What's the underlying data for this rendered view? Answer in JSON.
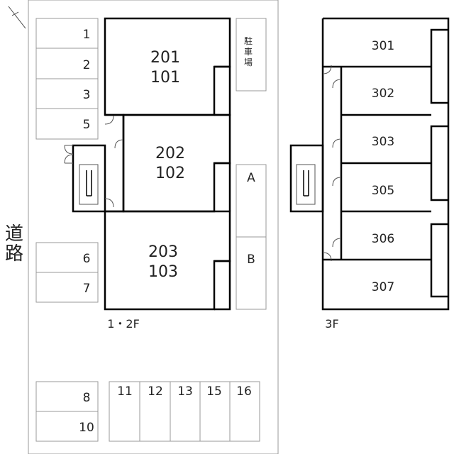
{
  "road_label": "道路",
  "parking_area_label": "駐車場",
  "parking_spaces": [
    "1",
    "2",
    "3",
    "5",
    "6",
    "7",
    "8",
    "10",
    "11",
    "12",
    "13",
    "15",
    "16"
  ],
  "bike_areas": [
    "A",
    "B"
  ],
  "floor_12": {
    "label": "1・2F",
    "units": [
      {
        "upper": "201",
        "lower": "101"
      },
      {
        "upper": "202",
        "lower": "102"
      },
      {
        "upper": "203",
        "lower": "103"
      }
    ]
  },
  "floor_3": {
    "label": "3F",
    "units": [
      "301",
      "302",
      "303",
      "305",
      "306",
      "307"
    ]
  },
  "north_arrow_icon": "north-arrow-icon"
}
